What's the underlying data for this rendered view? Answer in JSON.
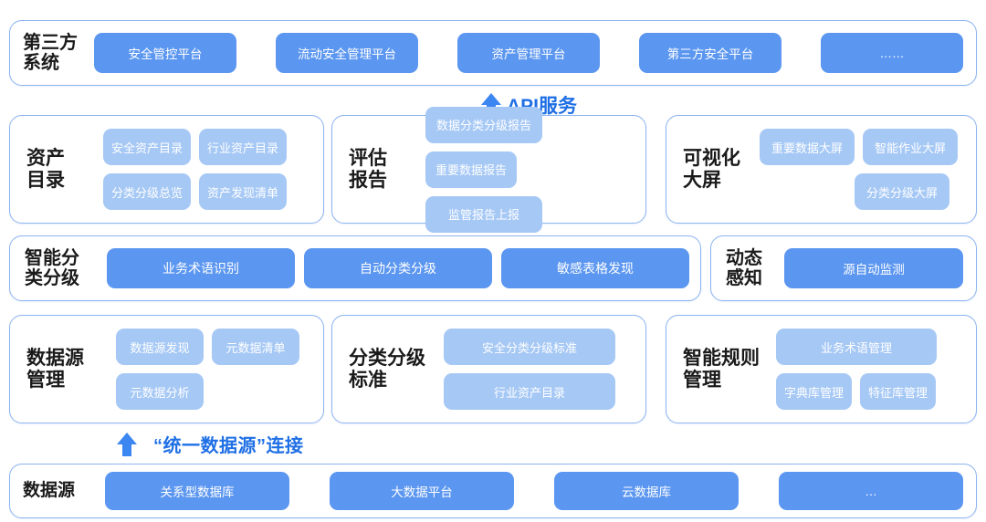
{
  "diagram": {
    "colors": {
      "strong_blue": "#5b96f0",
      "light_blue": "#a6c8f5",
      "panel_border": "#8cb4f0",
      "connector_text": "#1f6fe5",
      "title_text": "#1a1a1a",
      "background": "#ffffff"
    },
    "third_party": {
      "title": "第三方\n系统",
      "items": [
        "安全管控平台",
        "流动安全管理平台",
        "资产管理平台",
        "第三方安全平台",
        "……"
      ]
    },
    "api_connector": {
      "icon": "arrow-up-icon",
      "label": "API服务"
    },
    "asset_catalog": {
      "title": "资产\n目录",
      "items": [
        "安全资产目录",
        "行业资产目录",
        "分类分级总览",
        "资产发现清单"
      ]
    },
    "eval_report": {
      "title": "评估\n报告",
      "items": [
        "数据分类分级报告",
        "重要数据报告",
        "监管报告上报"
      ]
    },
    "visual_screen": {
      "title": "可视化\n大屏",
      "items": [
        "重要数据大屏",
        "智能作业大屏",
        "分类分级大屏"
      ]
    },
    "smart_classify": {
      "title": "智能分\n类分级",
      "items": [
        "业务术语识别",
        "自动分类分级",
        "敏感表格发现"
      ]
    },
    "dynamic_sense": {
      "title": "动态\n感知",
      "items": [
        "源自动监测"
      ]
    },
    "ds_mgmt": {
      "title": "数据源\n管理",
      "items": [
        "数据源发现",
        "元数据清单",
        "元数据分析"
      ]
    },
    "grade_standard": {
      "title": "分类分级\n标准",
      "items": [
        "安全分类分级标准",
        "行业资产目录"
      ]
    },
    "rule_mgmt": {
      "title": "智能规则\n管理",
      "items": [
        "业务术语管理",
        "字典库管理",
        "特征库管理"
      ]
    },
    "unified_connector": {
      "icon": "arrow-up-icon",
      "label": "“统一数据源”连接"
    },
    "datasource": {
      "title": "数据源",
      "items": [
        "关系型数据库",
        "大数据平台",
        "云数据库",
        "…"
      ]
    }
  }
}
